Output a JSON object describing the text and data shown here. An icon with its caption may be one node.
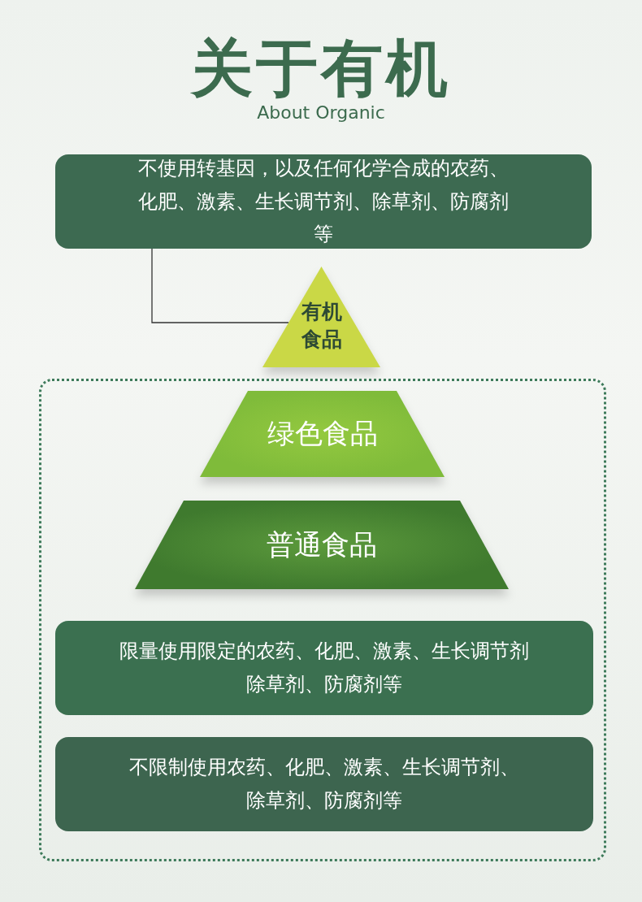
{
  "diagram": {
    "title": "关于有机",
    "nodes": [
      {
        "text": [
          "不使用转基因，以及任何化学合成的农药、化肥、激素、生长调节剂、除草剂、防腐剂等"
        ]
      },
      {
        "text": [
          "有机食品"
        ]
      },
      {
        "text": [],
        "shape": "box"
      },
      {
        "text": [
          "绿色食品"
        ],
        "in": 2
      },
      {
        "text": [
          "普通食品"
        ],
        "in": 2
      },
      {
        "text": [
          "限量使用限定的农药、化肥、激素、生长调节剂除草剂、防腐剂等"
        ],
        "in": 2
      },
      {
        "text": [
          "不限制使用农药、化肥、激素、生长调节剂、除草剂、防腐剂等"
        ],
        "in": 2
      }
    ],
    "edges": [
      {
        "from": 0,
        "to": 1,
        "arrow": "none"
      }
    ],
    "labels": [
      "About Organic"
    ]
  }
}
